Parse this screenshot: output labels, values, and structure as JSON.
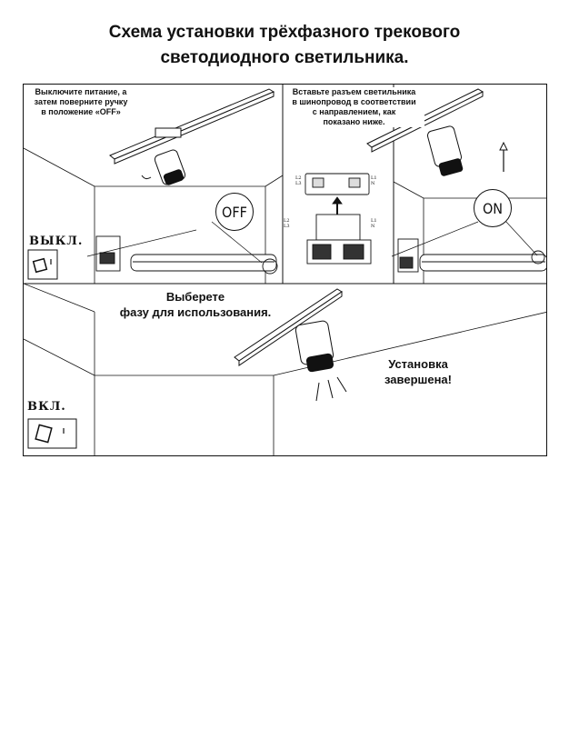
{
  "title": {
    "line1": "Схема установки трёхфазного трекового",
    "line2": "светодиодного светильника."
  },
  "step1": {
    "caption_line1": "Выключите питание, а",
    "caption_line2": "затем поверните ручку",
    "caption_line3": "в положение «OFF»",
    "switch_label": "ВЫКЛ.",
    "bubble_text": "OFF"
  },
  "step2": {
    "caption_line1": "Вставьте разъем светильника",
    "caption_line2": "в шинопровод в соответствии",
    "caption_line3": "с направлением, как",
    "caption_line4": "показано ниже.",
    "wire_top_left": "L2",
    "wire_mid_left": "L3",
    "wire_top_right": "L1",
    "wire_mid_right": "N",
    "wire_bot_left1": "L2",
    "wire_bot_left2": "L3",
    "wire_bot_right1": "L1",
    "wire_bot_right2": "N"
  },
  "step3": {
    "bubble_text": "ON"
  },
  "step4": {
    "caption_line1": "Выберете",
    "caption_line2": "фазу для использования.",
    "switch_label": "ВКЛ.",
    "done_line1": "Установка",
    "done_line2": "завершена!"
  }
}
